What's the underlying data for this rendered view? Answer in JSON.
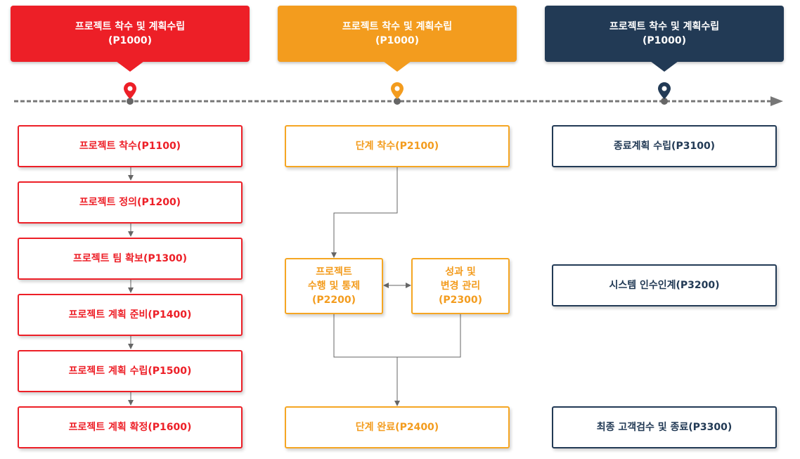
{
  "phases": [
    {
      "title": "프로젝트 착수 및 계획수립",
      "code": "(P1000)",
      "color": "#ed1f27"
    },
    {
      "title": "프로젝트 착수 및 계획수립",
      "code": "(P1000)",
      "color": "#f39c1e"
    },
    {
      "title": "프로젝트 착수 및 계획수립",
      "code": "(P1000)",
      "color": "#223a55"
    }
  ],
  "col1": [
    "프로젝트 착수(P1100)",
    "프로젝트 정의(P1200)",
    "프로젝트 팀 확보(P1300)",
    "프로젝트 계획 준비(P1400)",
    "프로젝트 계획 수립(P1500)",
    "프로젝트 계획 확정(P1600)"
  ],
  "col2": {
    "start": "단계 착수(P2100)",
    "execute": [
      "프로젝트",
      "수행 및 통제",
      "(P2200)"
    ],
    "change": [
      "성과 및",
      "변경 관리",
      "(P2300)"
    ],
    "end": "단계 완료(P2400)"
  },
  "col3": [
    "종료계획 수립(P3100)",
    "시스템 인수인계(P3200)",
    "최종 고객검수 및 종료(P3300)"
  ]
}
